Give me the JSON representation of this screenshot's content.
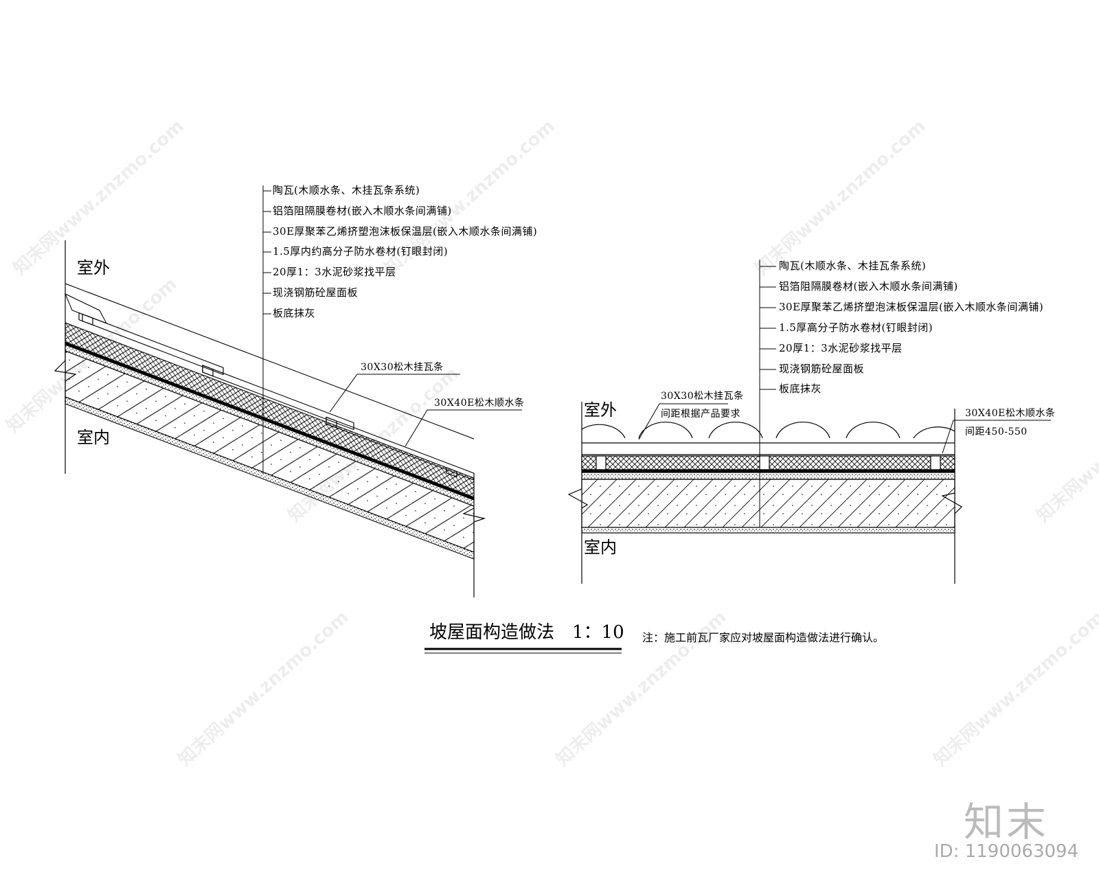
{
  "watermark": {
    "text": "知末网www.znzmo.com",
    "logo": "知末",
    "id": "ID: 1190063094"
  },
  "left_section": {
    "layers": [
      "陶瓦(木顺水条、木挂瓦条系统)",
      "铝箔阻隔膜卷材(嵌入木顺水条间满铺)",
      "30E厚聚苯乙烯挤塑泡沫板保温层(嵌入木顺水条间满铺)",
      "1.5厚内约高分子防水卷材(钉眼封闭)",
      "20厚1：3水泥砂浆找平层",
      "现浇钢筋砼屋面板",
      "板底抹灰"
    ],
    "outside": "室外",
    "inside": "室内",
    "batten_label": "30X30松木挂瓦条",
    "counter_batten_label": "30X40E松木顺水条"
  },
  "right_section": {
    "layers": [
      "陶瓦(木顺水条、木挂瓦条系统)",
      "铝箔阻隔膜卷材(嵌入木顺水条间满铺)",
      "30E厚聚苯乙烯挤塑泡沫板保温层(嵌入木顺水条间满铺)",
      "1.5厚高分子防水卷材(钉眼封闭)",
      "20厚1：3水泥砂浆找平层",
      "现浇钢筋砼屋面板",
      "板底抹灰"
    ],
    "outside": "室外",
    "inside": "室内",
    "batten_label": "30X30松木挂瓦条",
    "batten_spacing": "间距根据产品要求",
    "counter_batten_label": "30X40E松木顺水条",
    "counter_batten_spacing": "间距450-550"
  },
  "title": "坡屋面构造做法　1：10",
  "note": "注：施工前瓦厂家应对坡屋面构造做法进行确认。"
}
